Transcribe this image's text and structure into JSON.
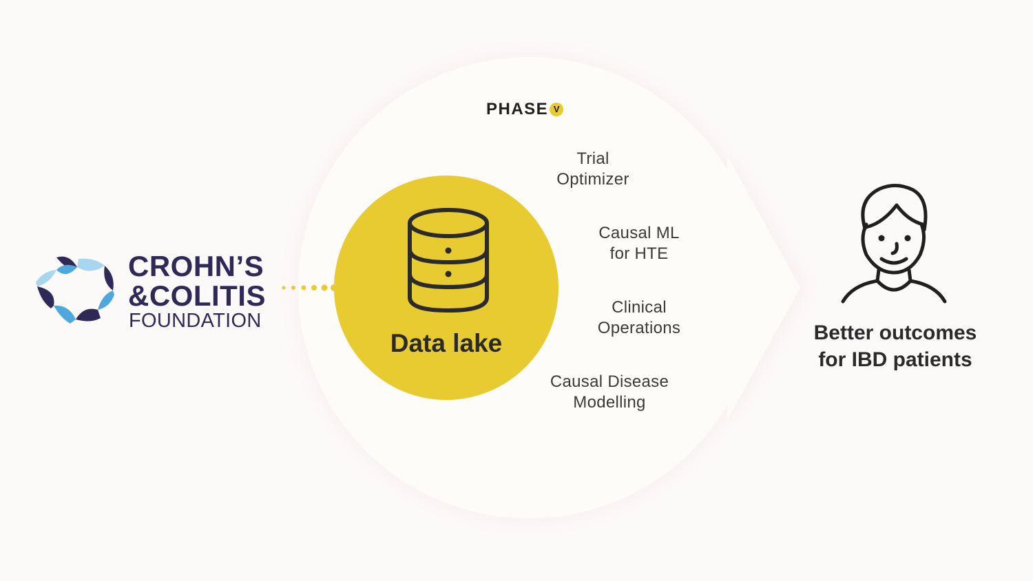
{
  "foundation": {
    "line1": "CROHN’S",
    "line2": "&COLITIS",
    "line3": "FOUNDATION"
  },
  "center": {
    "label": "Data lake",
    "icon": "database-icon",
    "color": "#e8ca31"
  },
  "phase_logo": {
    "text": "PHASE",
    "badge": "V"
  },
  "capabilities": [
    {
      "line1": "Trial",
      "line2": "Optimizer"
    },
    {
      "line1": "Causal ML",
      "line2": "for HTE"
    },
    {
      "line1": "Clinical",
      "line2": "Operations"
    },
    {
      "line1": "Causal Disease",
      "line2": "Modelling"
    }
  ],
  "outcome": {
    "line1": "Better outcomes",
    "line2": "for IBD patients",
    "icon": "person-icon"
  },
  "colors": {
    "logo_navy": "#2f2958",
    "logo_blue": "#4fa8dc",
    "logo_light_blue": "#a9d6ef",
    "accent_yellow": "#e8ca31",
    "background": "#fcf9f9"
  }
}
